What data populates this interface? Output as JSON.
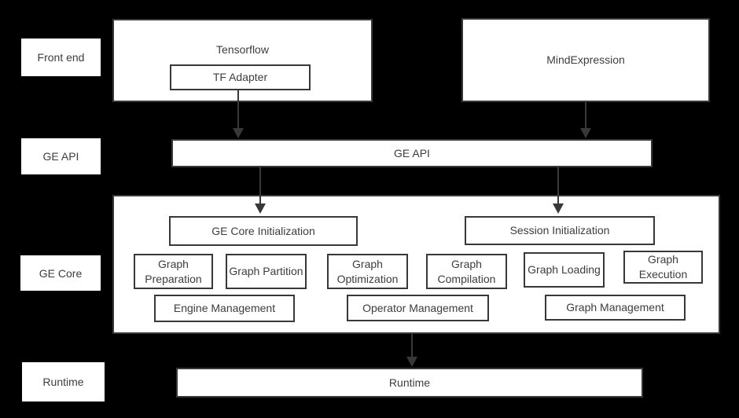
{
  "theme": {
    "background": "#000000",
    "box_background": "#ffffff",
    "box_border": "#383838",
    "text_color": "#3d3d3d",
    "arrow_color": "#383838"
  },
  "layer_labels": {
    "front_end": "Front end",
    "ge_api": "GE API",
    "ge_core": "GE Core",
    "runtime": "Runtime"
  },
  "nodes": {
    "tensorflow": "Tensorflow",
    "tf_adapter": "TF Adapter",
    "mindexpression": "MindExpression",
    "ge_api": "GE API",
    "ge_core_initialization": "GE Core Initialization",
    "session_initialization": "Session Initialization",
    "graph_preparation": "Graph Preparation",
    "graph_partition": "Graph Partition",
    "graph_optimization": "Graph Optimization",
    "graph_compilation": "Graph Compilation",
    "graph_loading": "Graph Loading",
    "graph_execution": "Graph Execution",
    "engine_management": "Engine Management",
    "operator_management": "Operator Management",
    "graph_management": "Graph Management",
    "runtime": "Runtime"
  },
  "edges": [
    {
      "from": "TF Adapter",
      "to": "GE API"
    },
    {
      "from": "MindExpression",
      "to": "GE API"
    },
    {
      "from": "GE API",
      "to": "GE Core Initialization"
    },
    {
      "from": "GE API",
      "to": "Session Initialization"
    },
    {
      "from": "GE Core",
      "to": "Runtime"
    }
  ]
}
